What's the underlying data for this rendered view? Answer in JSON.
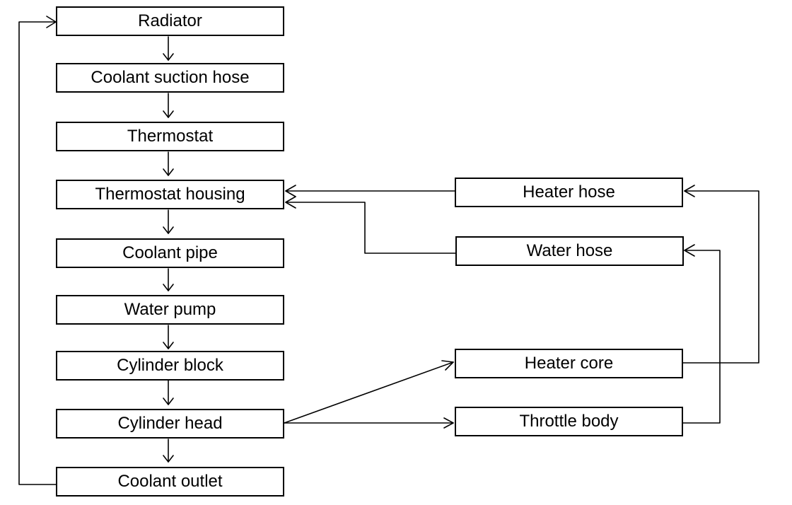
{
  "diagram": {
    "main_chain": [
      {
        "id": "radiator",
        "label": "Radiator"
      },
      {
        "id": "coolant-suction-hose",
        "label": "Coolant suction hose"
      },
      {
        "id": "thermostat",
        "label": "Thermostat"
      },
      {
        "id": "thermostat-housing",
        "label": "Thermostat housing"
      },
      {
        "id": "coolant-pipe",
        "label": "Coolant pipe"
      },
      {
        "id": "water-pump",
        "label": "Water pump"
      },
      {
        "id": "cylinder-block",
        "label": "Cylinder block"
      },
      {
        "id": "cylinder-head",
        "label": "Cylinder head"
      },
      {
        "id": "coolant-outlet",
        "label": "Coolant outlet"
      }
    ],
    "branch": [
      {
        "id": "heater-hose",
        "label": "Heater hose"
      },
      {
        "id": "water-hose",
        "label": "Water hose"
      },
      {
        "id": "heater-core",
        "label": "Heater core"
      },
      {
        "id": "throttle-body",
        "label": "Throttle body"
      }
    ],
    "edges": [
      {
        "from": "radiator",
        "to": "coolant-suction-hose"
      },
      {
        "from": "coolant-suction-hose",
        "to": "thermostat"
      },
      {
        "from": "thermostat",
        "to": "thermostat-housing"
      },
      {
        "from": "thermostat-housing",
        "to": "coolant-pipe"
      },
      {
        "from": "coolant-pipe",
        "to": "water-pump"
      },
      {
        "from": "water-pump",
        "to": "cylinder-block"
      },
      {
        "from": "cylinder-block",
        "to": "cylinder-head"
      },
      {
        "from": "cylinder-head",
        "to": "coolant-outlet"
      },
      {
        "from": "coolant-outlet",
        "to": "radiator"
      },
      {
        "from": "cylinder-head",
        "to": "heater-core"
      },
      {
        "from": "cylinder-head",
        "to": "throttle-body"
      },
      {
        "from": "heater-core",
        "to": "heater-hose"
      },
      {
        "from": "throttle-body",
        "to": "water-hose"
      },
      {
        "from": "heater-hose",
        "to": "thermostat-housing"
      },
      {
        "from": "water-hose",
        "to": "thermostat-housing"
      }
    ]
  }
}
